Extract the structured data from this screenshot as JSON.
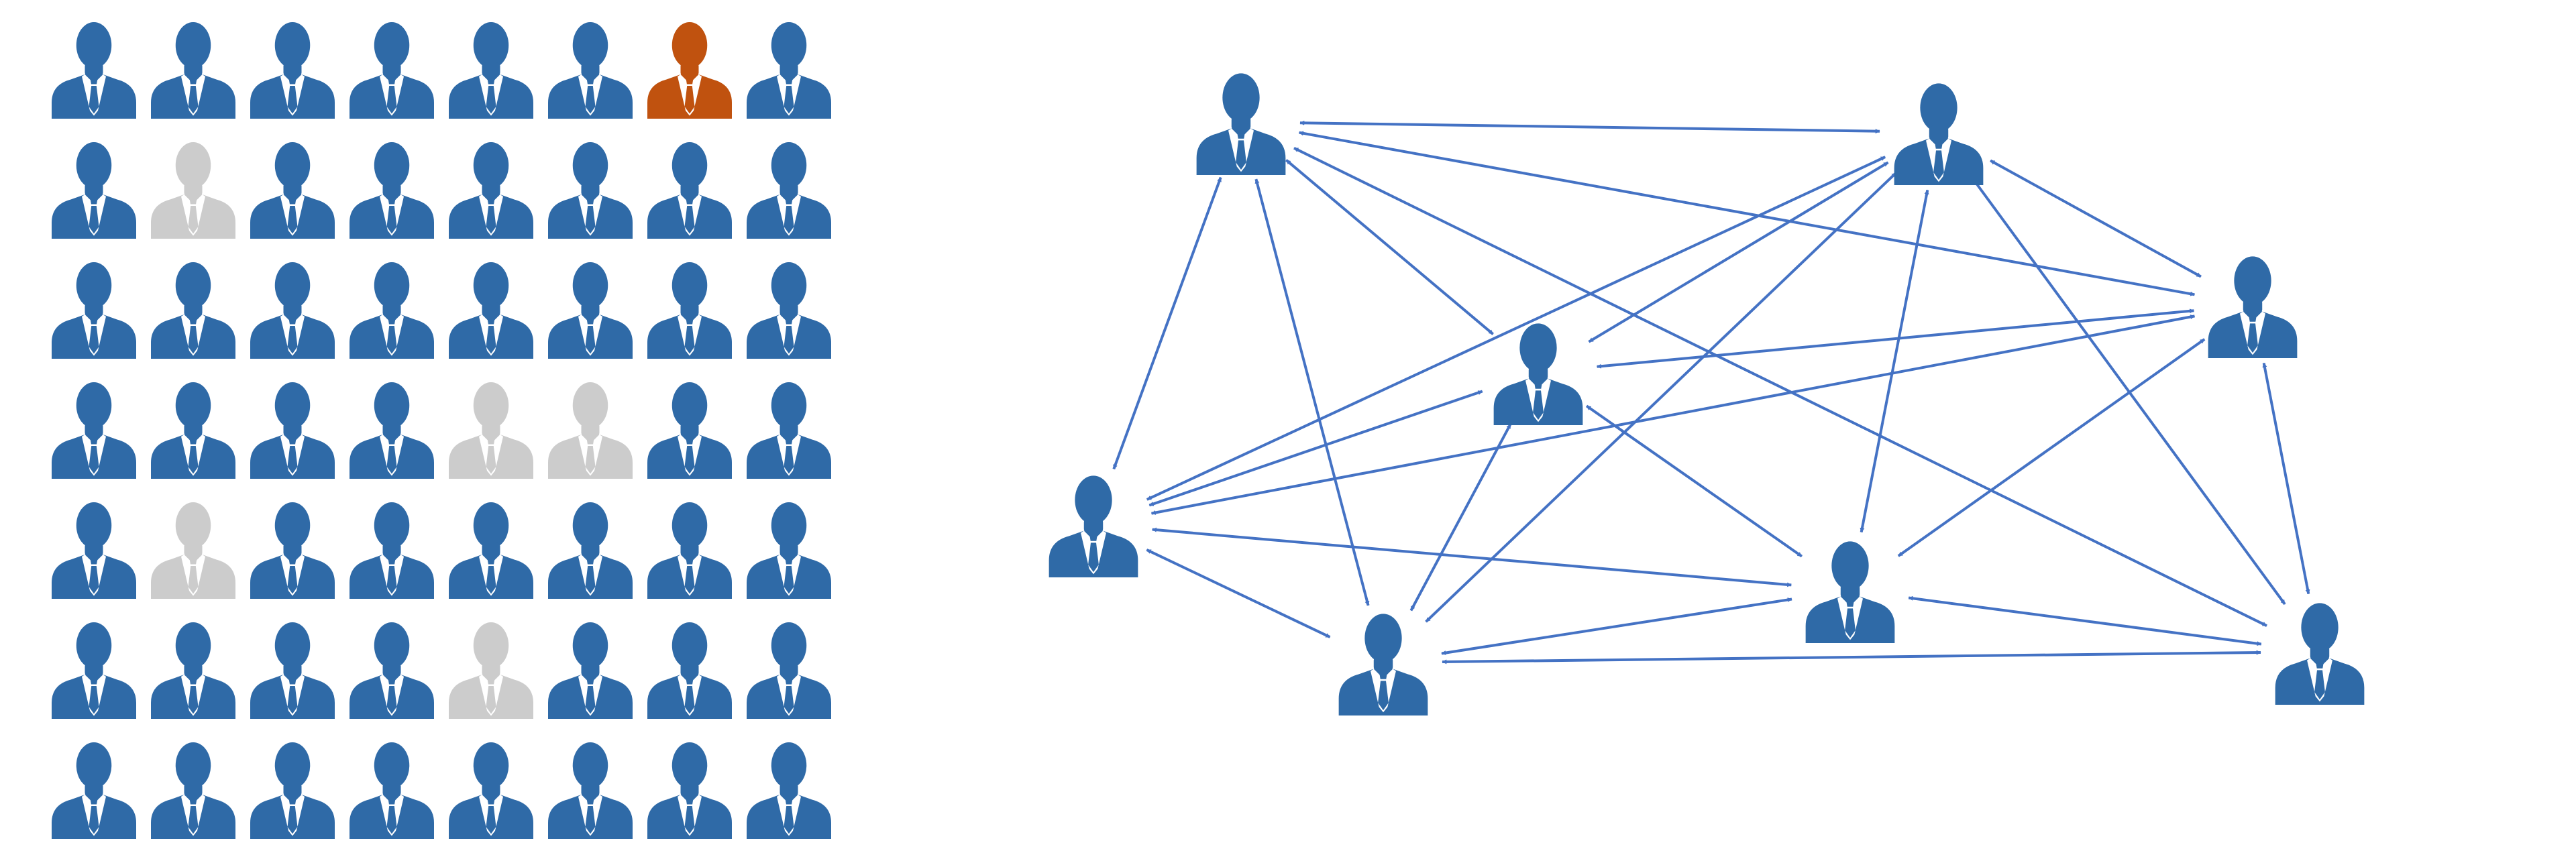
{
  "colors": {
    "background": "#ffffff",
    "person_default": "#2f6aa7",
    "person_highlight": "#c0520f",
    "person_inactive": "#cccccc",
    "arrow": "#4472c4"
  },
  "icons": {
    "person": "businessman-icon",
    "arrow": "double-headed-arrow"
  },
  "grid": {
    "rows": 7,
    "cols": 8,
    "states": [
      [
        "default",
        "default",
        "default",
        "default",
        "default",
        "default",
        "highlight",
        "default"
      ],
      [
        "default",
        "inactive",
        "default",
        "default",
        "default",
        "default",
        "default",
        "default"
      ],
      [
        "default",
        "default",
        "default",
        "default",
        "default",
        "default",
        "default",
        "default"
      ],
      [
        "default",
        "default",
        "default",
        "default",
        "inactive",
        "inactive",
        "default",
        "default"
      ],
      [
        "default",
        "inactive",
        "default",
        "default",
        "default",
        "default",
        "default",
        "default"
      ],
      [
        "default",
        "default",
        "default",
        "default",
        "inactive",
        "default",
        "default",
        "default"
      ],
      [
        "default",
        "default",
        "default",
        "default",
        "default",
        "default",
        "default",
        "default"
      ]
    ]
  },
  "network": {
    "nodes": [
      {
        "id": "A"
      },
      {
        "id": "B"
      },
      {
        "id": "C"
      },
      {
        "id": "D"
      },
      {
        "id": "E"
      },
      {
        "id": "F"
      },
      {
        "id": "G"
      },
      {
        "id": "H"
      }
    ],
    "edges": [
      [
        "A",
        "B"
      ],
      [
        "A",
        "C"
      ],
      [
        "A",
        "D"
      ],
      [
        "A",
        "E"
      ],
      [
        "A",
        "F"
      ],
      [
        "A",
        "H"
      ],
      [
        "B",
        "C"
      ],
      [
        "B",
        "D"
      ],
      [
        "B",
        "E"
      ],
      [
        "B",
        "F"
      ],
      [
        "B",
        "G"
      ],
      [
        "B",
        "H"
      ],
      [
        "C",
        "D"
      ],
      [
        "C",
        "E"
      ],
      [
        "C",
        "G"
      ],
      [
        "C",
        "H"
      ],
      [
        "D",
        "E"
      ],
      [
        "D",
        "F"
      ],
      [
        "D",
        "G"
      ],
      [
        "E",
        "F"
      ],
      [
        "E",
        "G"
      ],
      [
        "F",
        "G"
      ],
      [
        "F",
        "H"
      ],
      [
        "G",
        "H"
      ]
    ]
  }
}
